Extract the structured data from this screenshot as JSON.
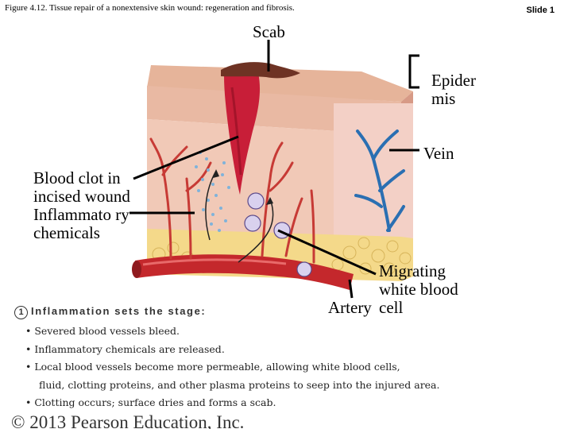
{
  "figure_caption": "Figure 4.12. Tissue repair of a nonextensive skin wound: regeneration and fibrosis.",
  "slide_number": "Slide 1",
  "labels": {
    "scab": "Scab",
    "epidermis": "Epider mis",
    "vein": "Vein",
    "blood_clot": "Blood clot in incised wound",
    "inflammatory": "Inflammato ry chemicals",
    "migrating": "Migrating white blood cell",
    "artery": "Artery"
  },
  "step": {
    "number": "1",
    "title": "Inflammation sets the stage:"
  },
  "bullets": [
    {
      "text": "• Severed blood vessels bleed."
    },
    {
      "text": "• Inflammatory chemicals are released."
    },
    {
      "text": "• Local blood vessels become more permeable, allowing white blood cells,"
    },
    {
      "text": "fluid, clotting proteins, and other plasma proteins to seep into the injured area.",
      "continued": true
    },
    {
      "text": "• Clotting occurs; surface dries and forms a scab."
    }
  ],
  "copyright": "© 2013 Pearson Education, Inc."
}
